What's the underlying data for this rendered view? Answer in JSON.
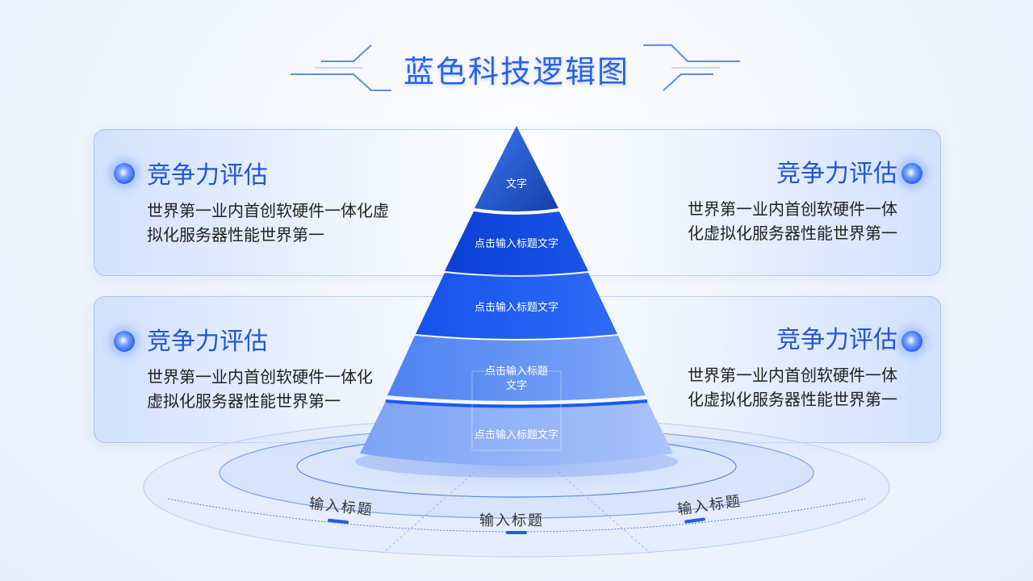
{
  "title": "蓝色科技逻辑图",
  "colors": {
    "accent": "#2a63e8",
    "deep": "#0a3fcf",
    "light": "#9bbcfb"
  },
  "cards": [
    {
      "id": "top-left",
      "heading": "竞争力评估",
      "lines": [
        "世界第一业内首创软硬件一体化虚",
        "拟化服务器性能世界第一"
      ]
    },
    {
      "id": "top-right",
      "heading": "竞争力评估",
      "lines": [
        "世界第一业内首创软硬件一体",
        "化虚拟化服务器性能世界第一"
      ]
    },
    {
      "id": "bottom-left",
      "heading": "竞争力评估",
      "lines": [
        "世界第一业内首创软硬件一体化",
        "虚拟化服务器性能世界第一"
      ]
    },
    {
      "id": "bottom-right",
      "heading": "竞争力评估",
      "lines": [
        "世界第一业内首创软硬件一体",
        "化虚拟化服务器性能世界第一"
      ]
    }
  ],
  "pyramid": {
    "layers": [
      {
        "text": "文字"
      },
      {
        "text": "点击输入标题文字"
      },
      {
        "text": "点击输入标题文字"
      },
      {
        "text": "点击输入标题\n文字"
      },
      {
        "text": "点击输入标题文字"
      }
    ]
  },
  "base_labels": [
    "输入标题",
    "输入标题",
    "输入标题"
  ]
}
